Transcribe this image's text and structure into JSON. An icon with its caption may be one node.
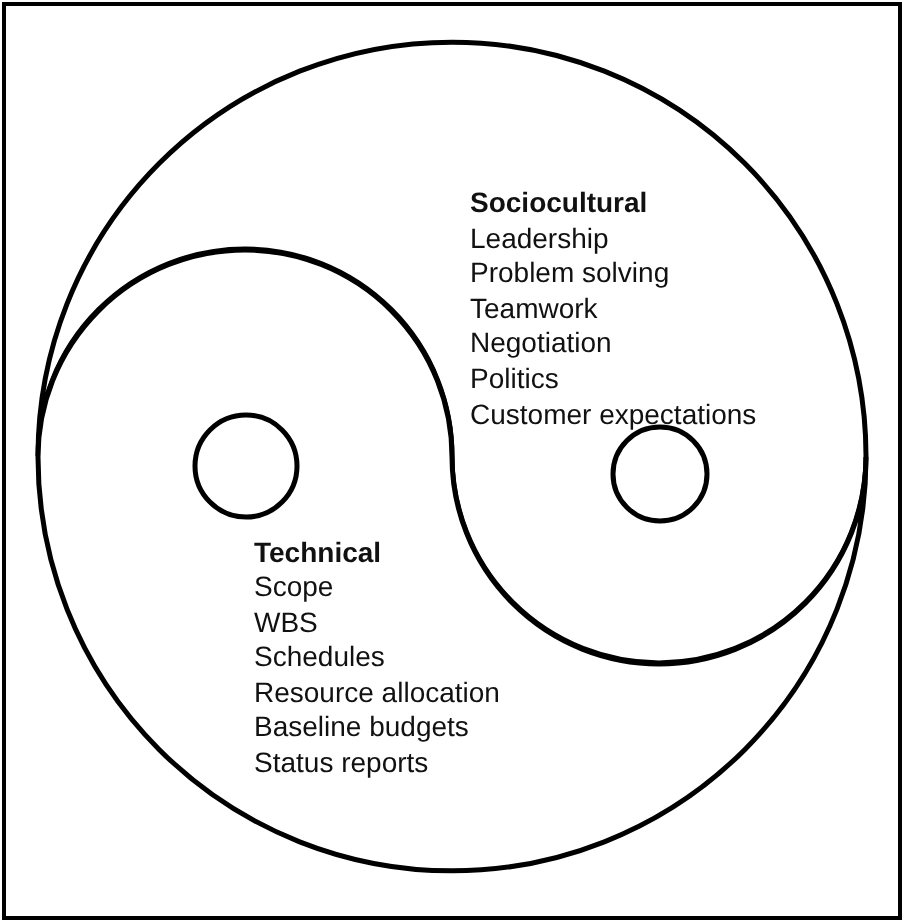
{
  "diagram": {
    "nodes": [
      {
        "text": [
          "Sociocultural",
          "Leadership",
          "Problem solving",
          "Teamwork",
          "Negotiation",
          "Politics",
          "Customer expectations"
        ]
      },
      {
        "text": [
          "Technical",
          "Scope",
          "WBS",
          "Schedules",
          "Resource allocation",
          "Baseline budgets",
          "Status reports"
        ]
      },
      {
        "text": [],
        "shape": "circle",
        "in": 1
      },
      {
        "text": [],
        "shape": "circle",
        "in": 0
      }
    ],
    "edges": []
  }
}
